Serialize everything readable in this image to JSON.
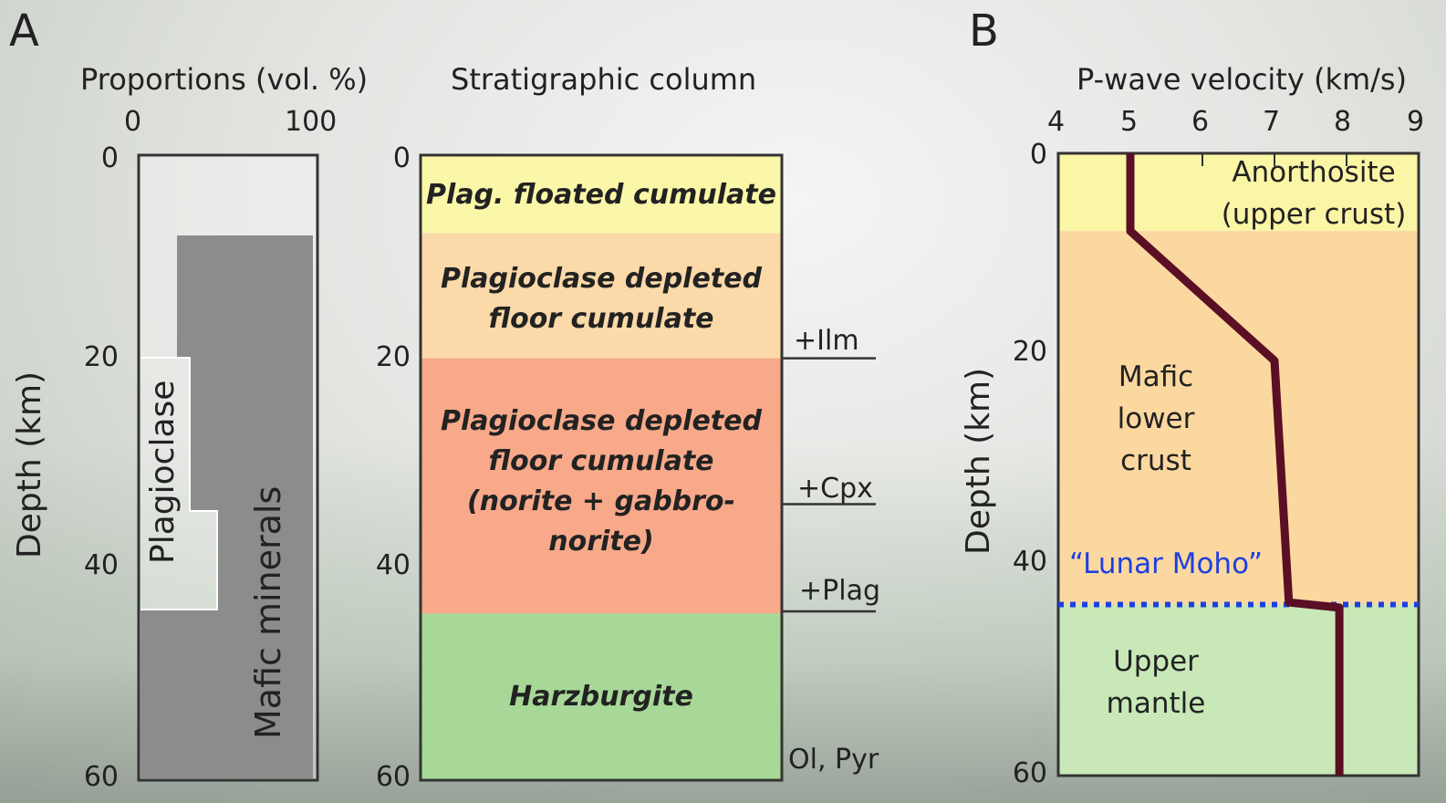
{
  "panel_a": {
    "letter": "A",
    "proportions": {
      "title": "Proportions (vol. %)",
      "x_ticks": [
        "0",
        "100"
      ],
      "y_ticks": [
        "0",
        "20",
        "40",
        "60"
      ],
      "y_label": "Depth (km)",
      "label_plag": "Plagioclase",
      "label_mafic": "Mafic minerals"
    },
    "strat": {
      "title": "Stratigraphic column",
      "y_ticks": [
        "0",
        "20",
        "40",
        "60"
      ],
      "layers": [
        {
          "lines": [
            "Plag. floated cumulate"
          ],
          "top_km": 0,
          "bottom_km": 7.5,
          "color": "#fbf7a8"
        },
        {
          "lines": [
            "Plagioclase depleted",
            "floor cumulate"
          ],
          "top_km": 7.5,
          "bottom_km": 19.5,
          "color": "#fbd9a8"
        },
        {
          "lines": [
            "Plagioclase depleted",
            "floor cumulate",
            "(norite + gabbro-norite)"
          ],
          "top_km": 19.5,
          "bottom_km": 44,
          "color": "#f7a98a"
        },
        {
          "lines": [
            "Harzburgite"
          ],
          "top_km": 44,
          "bottom_km": 60,
          "color": "#a8d898"
        }
      ],
      "markers": [
        {
          "label": "+Ilm",
          "depth_km": 19.5
        },
        {
          "label": "+Cpx",
          "depth_km": 33.5
        },
        {
          "label": "+Plag",
          "depth_km": 43.8
        },
        {
          "label": "Ol, Pyr",
          "depth_km": 60
        }
      ]
    }
  },
  "panel_b": {
    "letter": "B",
    "title": "P-wave velocity (km/s)",
    "x_ticks": [
      "4",
      "5",
      "6",
      "7",
      "8",
      "9"
    ],
    "y_ticks": [
      "0",
      "20",
      "40",
      "60"
    ],
    "y_label": "Depth (km)",
    "regions": [
      {
        "lines": [
          "Anorthosite",
          "(upper crust)"
        ],
        "top_km": 0,
        "bottom_km": 7.5,
        "color": "#fbf5a6"
      },
      {
        "lines": [
          "Mafic",
          "lower",
          "crust"
        ],
        "top_km": 7.5,
        "bottom_km": 43.5,
        "color": "#fbd8a0"
      },
      {
        "lines": [
          "Upper",
          "mantle"
        ],
        "top_km": 43.5,
        "bottom_km": 60,
        "color": "#c8e8b8"
      }
    ],
    "moho_label": "“Lunar Moho”",
    "moho_depth_km": 43.5,
    "moho_color": "#1e3fe0",
    "profile_color": "#5a0f24",
    "chart_data": {
      "type": "line",
      "x": [
        5.0,
        5.0,
        7.0,
        7.2,
        7.9,
        7.9
      ],
      "y": [
        0,
        7.5,
        20,
        43.3,
        43.8,
        60
      ],
      "xlabel": "P-wave velocity (km/s)",
      "ylabel": "Depth (km)",
      "xlim": [
        4,
        9
      ],
      "ylim": [
        60,
        0
      ]
    }
  }
}
